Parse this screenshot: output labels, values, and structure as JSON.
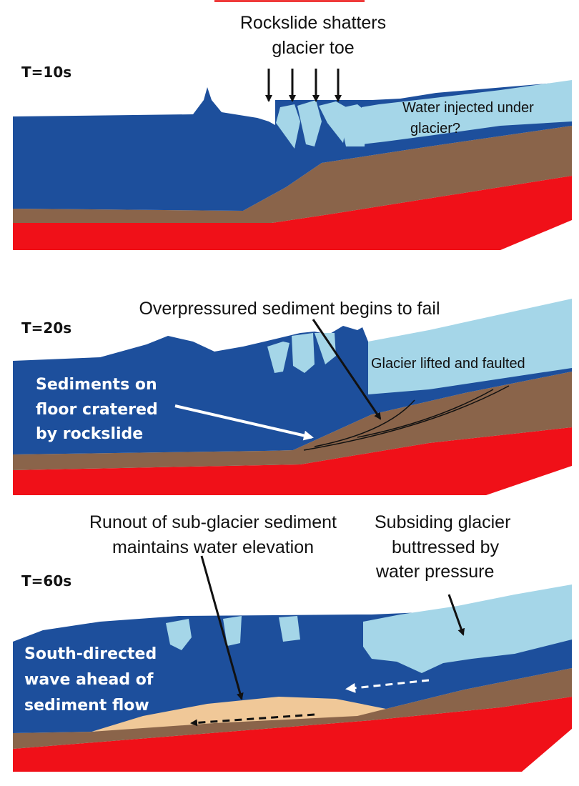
{
  "colors": {
    "water": "#1d4f9c",
    "ice": "#a5d6e8",
    "sediment": "#8a644a",
    "bedrock": "#f01018",
    "runout": "#f0c898",
    "top_bar": "#ef3a3a"
  },
  "panel1": {
    "time": "T=10s",
    "title_line1": "Rockslide shatters",
    "title_line2": "glacier toe",
    "note_line1": "Water injected under",
    "note_line2": "glacier?"
  },
  "panel2": {
    "time": "T=20s",
    "title": "Overpressured sediment begins to fail",
    "glacier_label": "Glacier lifted and faulted",
    "crater_line1": "Sediments on",
    "crater_line2": "floor cratered",
    "crater_line3": "by rockslide"
  },
  "panel3": {
    "time": "T=60s",
    "runout_line1": "Runout of sub-glacier sediment",
    "runout_line2": "maintains water elevation",
    "subside_line1": "Subsiding glacier",
    "subside_line2": "buttressed by",
    "subside_line3": "water pressure",
    "wave_line1": "South-directed",
    "wave_line2": "wave ahead of",
    "wave_line3": "sediment flow"
  }
}
